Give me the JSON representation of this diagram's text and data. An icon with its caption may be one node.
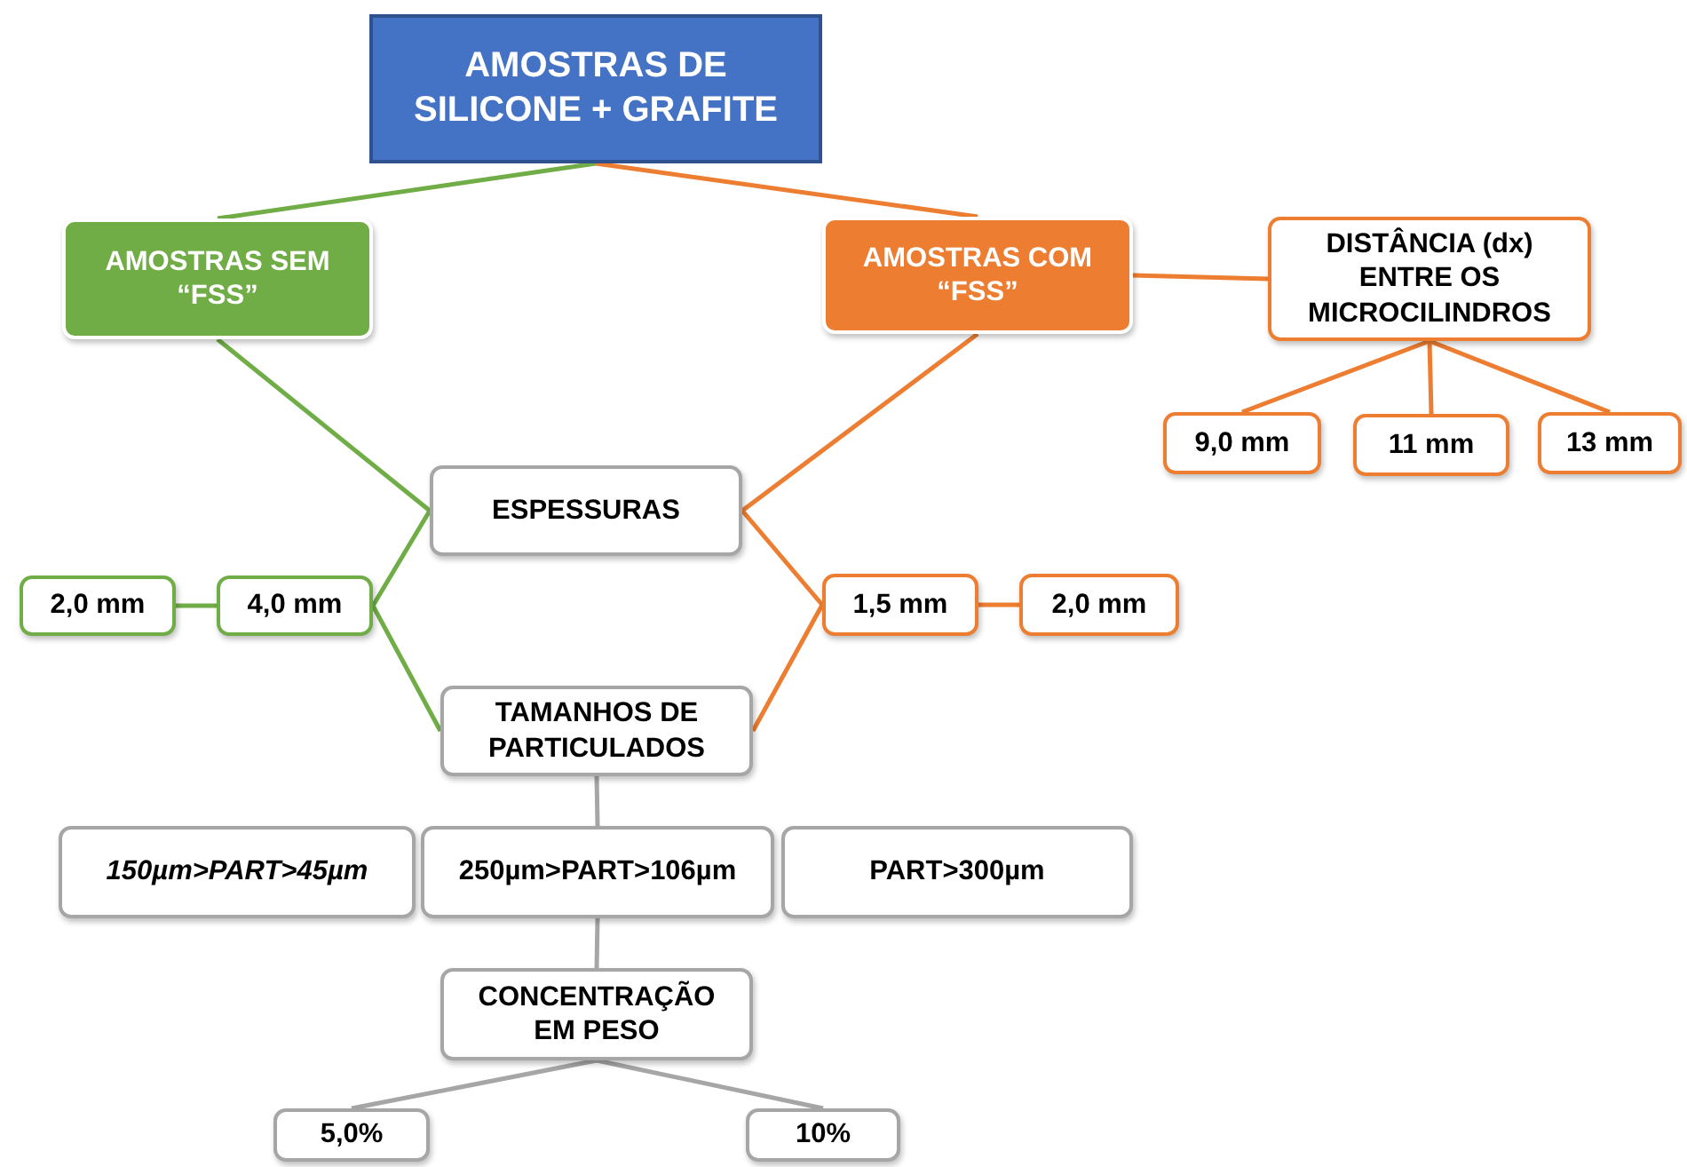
{
  "diagram": {
    "nodes": [
      {
        "text": [
          "AMOSTRAS DE SILICONE + GRAFITE"
        ]
      },
      {
        "text": [
          "AMOSTRAS SEM “FSS”"
        ]
      },
      {
        "text": [
          "AMOSTRAS COM “FSS”"
        ]
      },
      {
        "text": [
          "DISTÂNCIA (dx) ENTRE OS MICROCILINDROS"
        ]
      },
      {
        "text": [
          "9,0 mm"
        ]
      },
      {
        "text": [
          "11 mm"
        ]
      },
      {
        "text": [
          "13 mm"
        ]
      },
      {
        "text": [
          "ESPESSURAS"
        ]
      },
      {
        "text": [
          "2,0 mm"
        ]
      },
      {
        "text": [
          "4,0 mm"
        ]
      },
      {
        "text": [
          "1,5 mm"
        ]
      },
      {
        "text": [
          "2,0 mm"
        ]
      },
      {
        "text": [
          "TAMANHOS DE PARTICULADOS"
        ]
      },
      {
        "text": [
          "150µm>PART>45µm"
        ]
      },
      {
        "text": [
          "250µm>PART>106µm"
        ]
      },
      {
        "text": [
          "PART>300µm"
        ]
      },
      {
        "text": [
          "CONCENTRAÇÃO EM PESO"
        ]
      },
      {
        "text": [
          "5,0%"
        ]
      },
      {
        "text": [
          "10%"
        ]
      }
    ],
    "edges": [
      {
        "from": 0,
        "to": 1,
        "arrow": "none",
        "color": "#70ad47"
      },
      {
        "from": 0,
        "to": 2,
        "arrow": "none"
      },
      {
        "from": 2,
        "to": 3,
        "arrow": "none"
      },
      {
        "from": 3,
        "to": 4,
        "arrow": "none"
      },
      {
        "from": 3,
        "to": 5,
        "arrow": "none"
      },
      {
        "from": 3,
        "to": 6,
        "arrow": "none"
      },
      {
        "from": 1,
        "to": 7,
        "arrow": "none",
        "color": "#70ad47"
      },
      {
        "from": 7,
        "to": 9,
        "arrow": "none",
        "color": "#70ad47"
      },
      {
        "from": 9,
        "to": 8,
        "arrow": "none",
        "color": "#70ad47"
      },
      {
        "from": 9,
        "to": 12,
        "arrow": "none",
        "color": "#70ad47"
      },
      {
        "from": 2,
        "to": 7,
        "arrow": "none"
      },
      {
        "from": 7,
        "to": 10,
        "arrow": "none"
      },
      {
        "from": 10,
        "to": 11,
        "arrow": "none"
      },
      {
        "from": 10,
        "to": 12,
        "arrow": "none"
      },
      {
        "from": 12,
        "to": 14,
        "arrow": "none",
        "color": "#a6a6a6"
      },
      {
        "from": 14,
        "to": 16,
        "arrow": "none",
        "color": "#a6a6a6"
      },
      {
        "from": 16,
        "to": 17,
        "arrow": "none",
        "color": "#a6a6a6"
      },
      {
        "from": 16,
        "to": 18,
        "arrow": "none",
        "color": "#a6a6a6"
      }
    ]
  }
}
